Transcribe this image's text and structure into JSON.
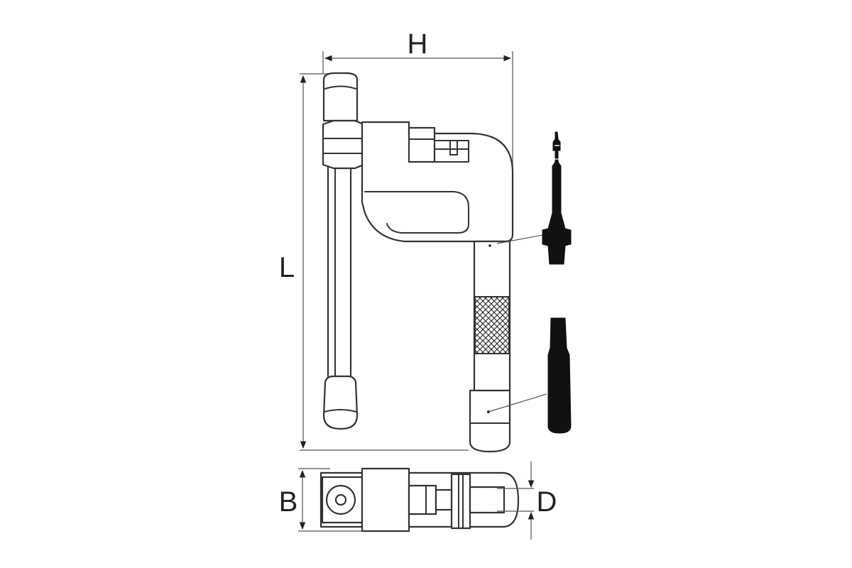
{
  "dimensions": {
    "height_label": "H",
    "length_label": "L",
    "breadth_label": "B",
    "diameter_label": "D"
  },
  "colors": {
    "outline": "#333333",
    "spare_parts": "#111111",
    "background": "#ffffff"
  }
}
